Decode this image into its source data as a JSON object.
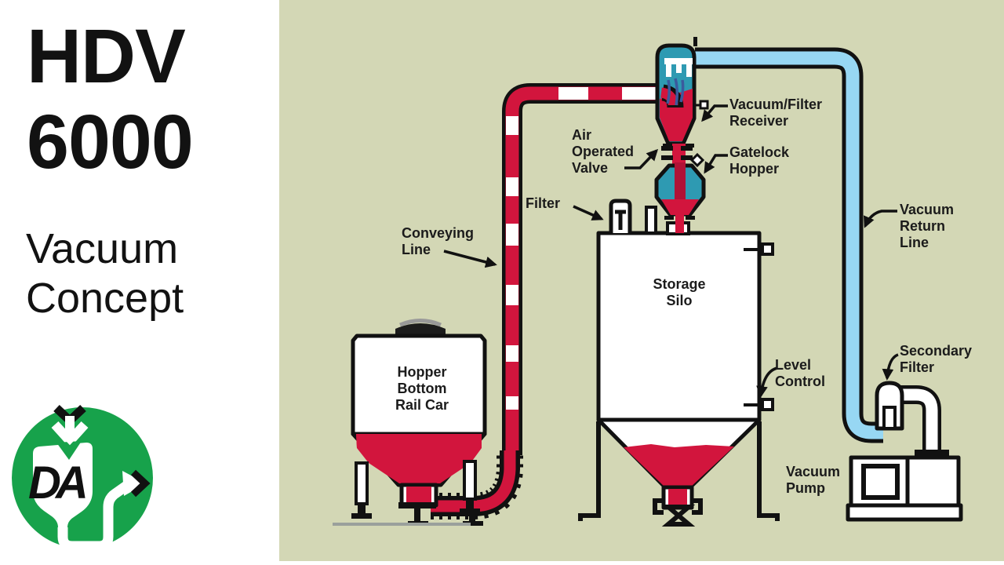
{
  "colors": {
    "bg_panel": "#ffffff",
    "bg_diagram": "#d3d7b5",
    "ink": "#121212",
    "label": "#1b1b1b",
    "red": "#d2153d",
    "red_dark": "#b01236",
    "teal": "#2e9ab2",
    "spray_blue": "#3b5a9d",
    "light_blue": "#97d7f3",
    "logo_green": "#17a24b",
    "rail_gray": "#9aa09c"
  },
  "brand": {
    "title": "HDV\n6000",
    "subtitle": "Vacuum\nConcept",
    "logo_text": "DA"
  },
  "diagram": {
    "labels": {
      "vacuum_filter_receiver": "Vacuum/Filter\nReceiver",
      "gatelock_hopper": "Gatelock\nHopper",
      "air_operated_valve": "Air\nOperated\nValve",
      "filter": "Filter",
      "conveying_line": "Conveying\nLine",
      "storage_silo": "Storage\nSilo",
      "hopper_bottom_rail_car": "Hopper\nBottom\nRail Car",
      "level_control": "Level\nControl",
      "vacuum_return_line": "Vacuum\nReturn\nLine",
      "secondary_filter": "Secondary\nFilter",
      "vacuum_pump": "Vacuum\nPump"
    }
  }
}
